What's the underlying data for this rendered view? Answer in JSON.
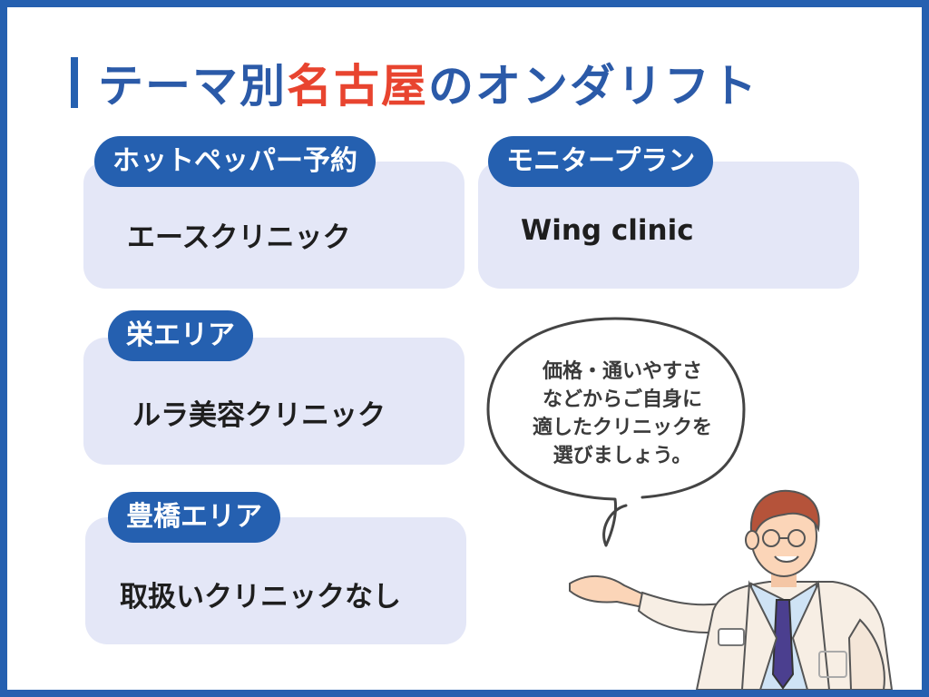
{
  "title": {
    "prefix": "テーマ別",
    "accent": "名古屋",
    "suffix": "のオンダリフト"
  },
  "cards": [
    {
      "tag": "ホットペッパー予約",
      "text": "エースクリニック"
    },
    {
      "tag": "モニタープラン",
      "text": "Wing clinic"
    },
    {
      "tag": "栄エリア",
      "text": "ルラ美容クリニック"
    },
    {
      "tag": "豊橋エリア",
      "text": "取扱いクリニックなし"
    }
  ],
  "bubble": {
    "lines": [
      "価格・通いやすさ",
      "などからご自身に",
      "適したクリニックを",
      "選びましょう。"
    ]
  },
  "colors": {
    "frame": "#2560b0",
    "title": "#2b5aa8",
    "accent": "#e8442f",
    "card": "#e4e7f7",
    "tag": "#2560b0"
  },
  "illustration": {
    "icon": "doctor-illustration"
  }
}
